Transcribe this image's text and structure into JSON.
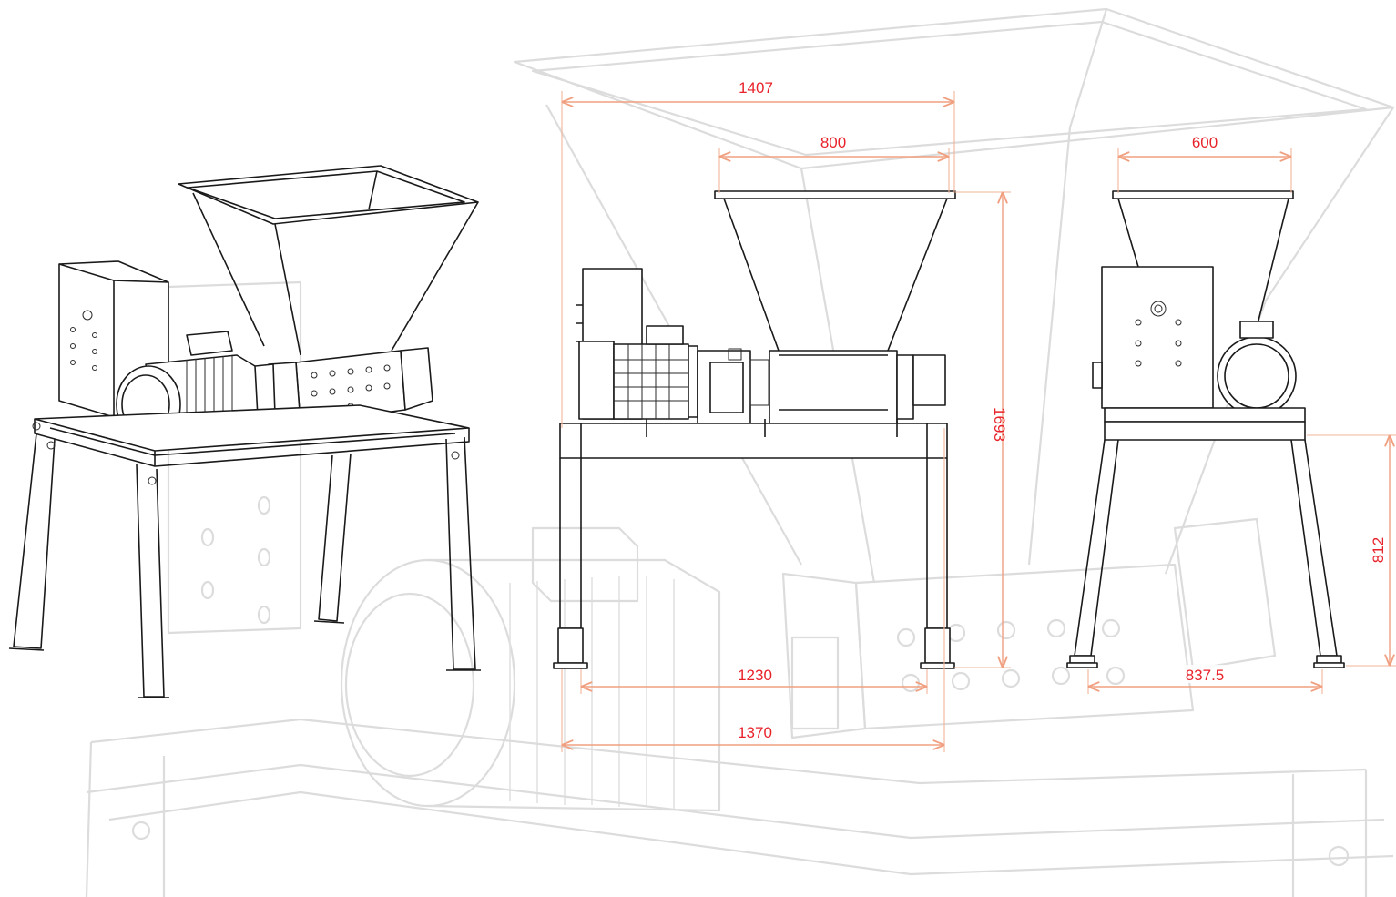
{
  "dimensions": {
    "overall_width": "1407",
    "hopper_front_width": "800",
    "hopper_side_width": "600",
    "overall_height": "1693",
    "frame_height": "812",
    "leg_span_front": "1230",
    "base_length": "1370",
    "leg_span_side": "837.5"
  },
  "colors": {
    "dimension_line": "#f0a080",
    "dimension_text": "#e8222a",
    "ghost_line": "#dcdcdc",
    "drawing_line": "#1a1a1a"
  }
}
